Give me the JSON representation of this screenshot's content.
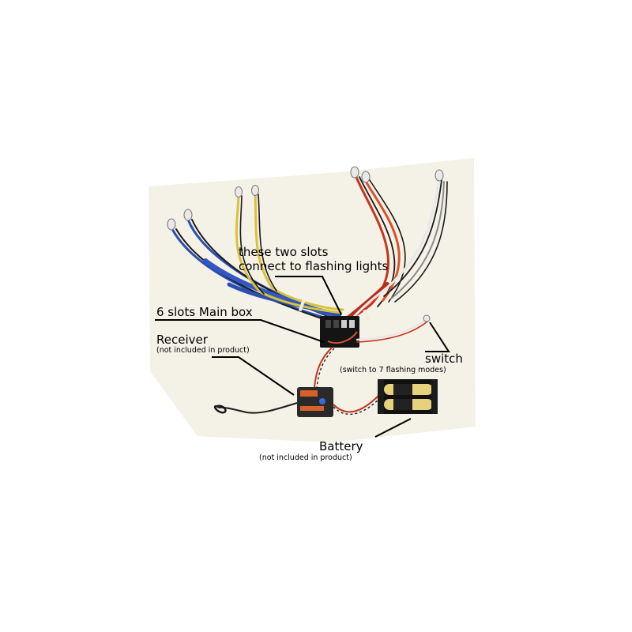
{
  "labels": {
    "slots_line1": "these two slots",
    "slots_line2": "connect to flashing lights",
    "main_box": "6 slots Main box",
    "receiver": "Receiver",
    "receiver_note": "(not included in product)",
    "switch": "switch",
    "switch_note": "(switch to 7 flashing modes)",
    "battery": "Battery",
    "battery_note": "(not included in product)"
  },
  "colors": {
    "background": "#ffffff",
    "photo_backdrop": "#f4f1e6",
    "wire_blue": "#2a4fb0",
    "wire_yellow": "#d8c23a",
    "wire_red": "#c8341c",
    "wire_white": "#e8e8e8",
    "wire_black": "#1a1a1a",
    "wire_gray": "#8a8a8a",
    "box": "#141414",
    "battery_body": "#111111",
    "receiver_body": "#2a2a2a",
    "receiver_label": "#d8602a",
    "pointer_line": "#000000"
  }
}
